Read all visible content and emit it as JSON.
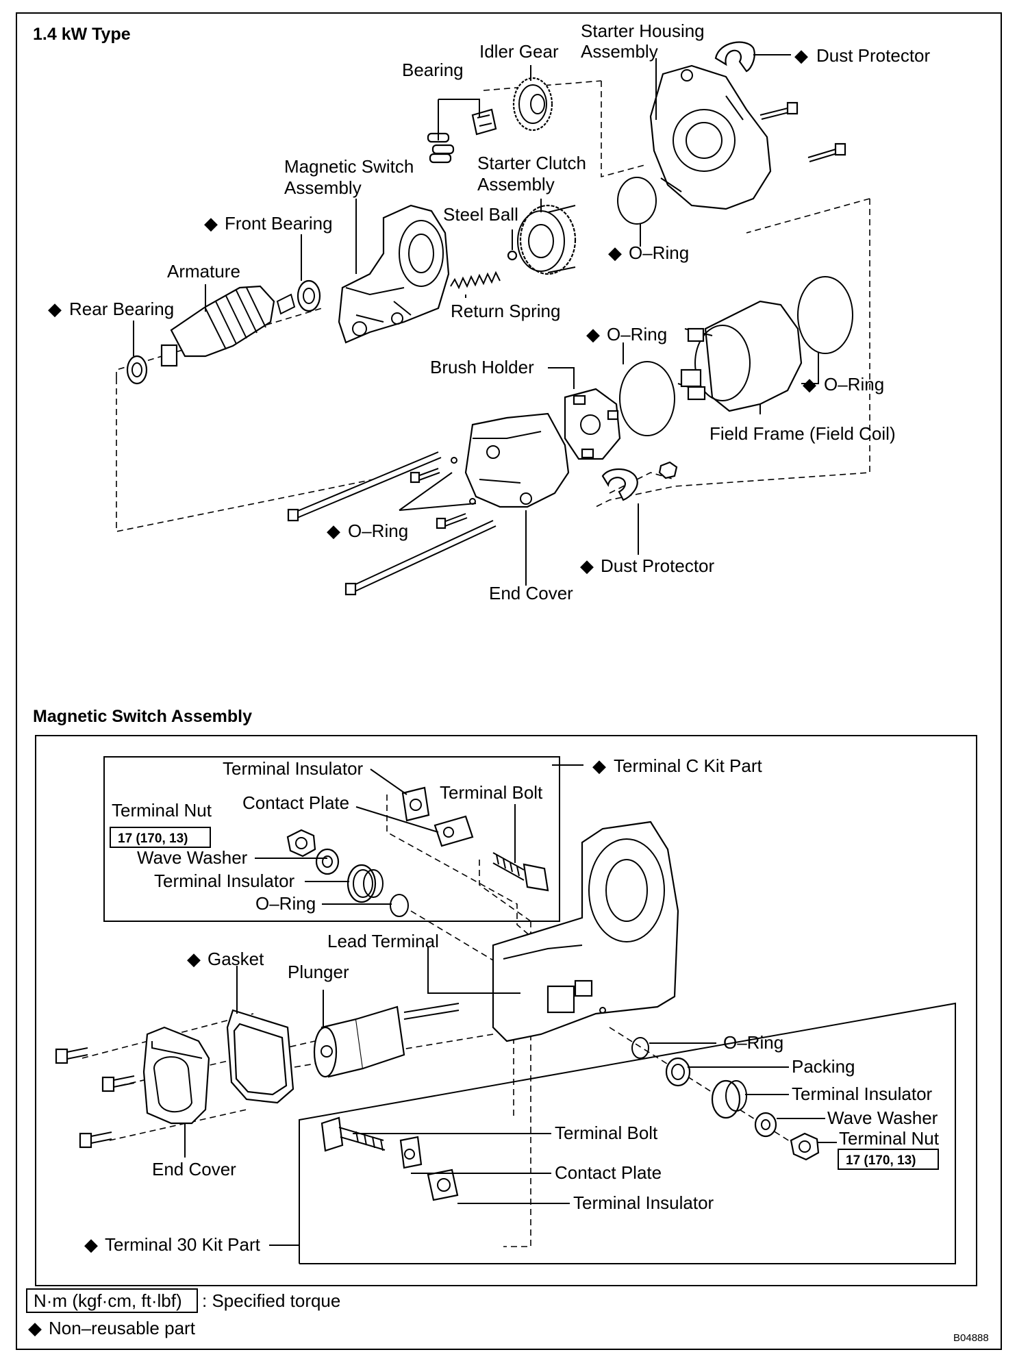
{
  "top_section": {
    "title": "1.4 kW Type",
    "labels": {
      "starter_housing_1": "Starter Housing",
      "starter_housing_2": "Assembly",
      "dust_protector_top": "Dust Protector",
      "idler_gear": "Idler Gear",
      "bearing": "Bearing",
      "magnetic_switch_1": "Magnetic Switch",
      "magnetic_switch_2": "Assembly",
      "starter_clutch_1": "Starter Clutch",
      "starter_clutch_2": "Assembly",
      "steel_ball": "Steel Ball",
      "front_bearing": "Front Bearing",
      "oring_clutch": "O–Ring",
      "armature": "Armature",
      "rear_bearing": "Rear Bearing",
      "return_spring": "Return Spring",
      "oring_mid": "O–Ring",
      "brush_holder": "Brush Holder",
      "oring_right": "O–Ring",
      "field_frame": "Field Frame (Field Coil)",
      "oring_bolts": "O–Ring",
      "dust_protector_bottom": "Dust Protector",
      "end_cover": "End Cover"
    }
  },
  "switch_section": {
    "title": "Magnetic Switch Assembly",
    "labels": {
      "terminal_insulator_top": "Terminal Insulator",
      "terminal_c_kit": "Terminal C Kit Part",
      "terminal_bolt_top": "Terminal Bolt",
      "contact_plate_top": "Contact Plate",
      "terminal_nut_left": "Terminal Nut",
      "torque_left": "17 (170, 13)",
      "wave_washer_left": "Wave Washer",
      "terminal_insulator_left": "Terminal Insulator",
      "oring_left": "O–Ring",
      "lead_terminal": "Lead Terminal",
      "gasket": "Gasket",
      "plunger": "Plunger",
      "oring_right": "O–Ring",
      "packing": "Packing",
      "terminal_insulator_right": "Terminal Insulator",
      "wave_washer_right": "Wave Washer",
      "terminal_nut_right": "Terminal Nut",
      "torque_right": "17 (170, 13)",
      "terminal_bolt_bottom": "Terminal Bolt",
      "end_cover": "End Cover",
      "contact_plate_bottom": "Contact Plate",
      "terminal_insulator_bottom": "Terminal Insulator",
      "terminal_30_kit": "Terminal 30 Kit Part"
    }
  },
  "legend": {
    "torque_box": "N·m (kgf·cm, ft·lbf)",
    "torque_desc": ": Specified torque",
    "non_reusable": "Non–reusable part"
  },
  "figure_code": "B04888",
  "symbols": {
    "non_reusable_marker": "◆"
  }
}
